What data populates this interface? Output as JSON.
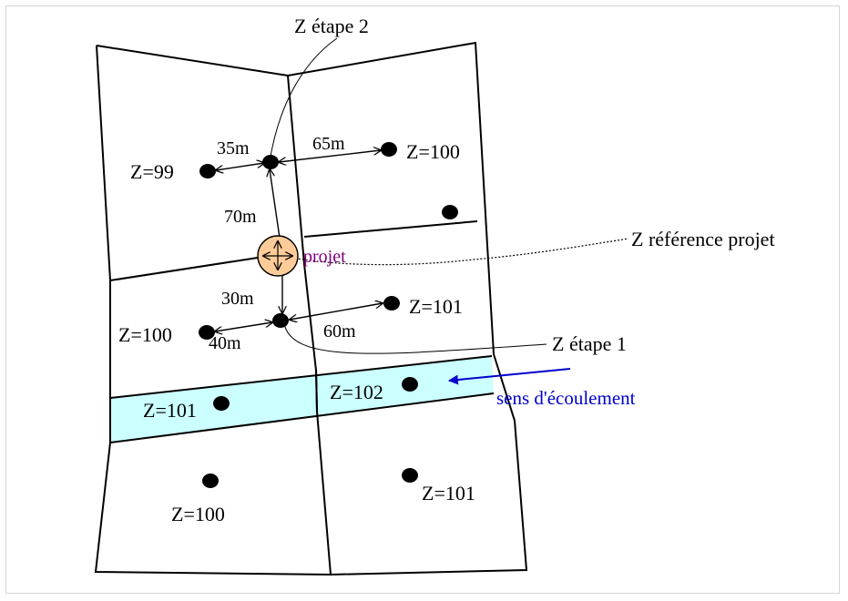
{
  "colors": {
    "line": "#000000",
    "channel_fill": "#ccffff",
    "projet_fill": "#ffcc99",
    "projet_text": "#800080",
    "flow": "#0000cc"
  },
  "labels": {
    "z_etape_2": "Z étape 2",
    "z_etape_1": "Z étape 1",
    "z_reference": "Z référence  projet",
    "projet": "projet",
    "flow": "sens d'écoulement"
  },
  "distances": {
    "d35": "35m",
    "d65": "65m",
    "d70": "70m",
    "d30": "30m",
    "d40": "40m",
    "d60": "60m"
  },
  "points": {
    "z99": "Z=99",
    "z100_top_right": "Z=100",
    "z100_mid_left": "Z=100",
    "z101_mid_right": "Z=101",
    "z101_channel": "Z=101",
    "z102_channel": "Z=102",
    "z100_bottom": "Z=100",
    "z101_bottom": "Z=101"
  }
}
